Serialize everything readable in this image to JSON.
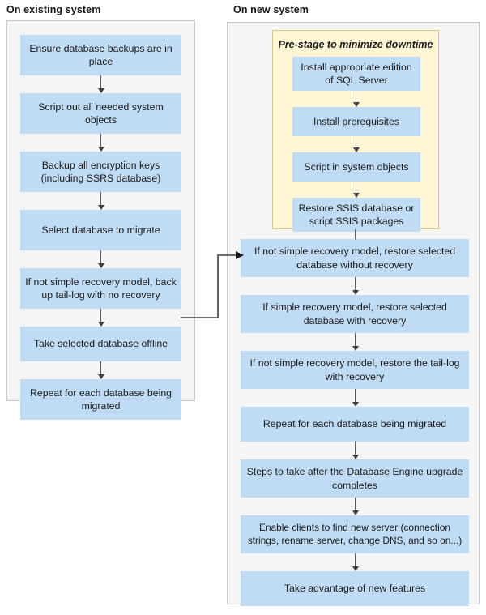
{
  "columns": {
    "left": {
      "title": "On existing system"
    },
    "right": {
      "title": "On new system"
    }
  },
  "prestage": {
    "title": "Pre-stage to minimize downtime"
  },
  "left_steps": [
    {
      "id": "ensure-backups",
      "label": "Ensure database backups are in place"
    },
    {
      "id": "script-system-objects",
      "label": "Script out all needed system objects"
    },
    {
      "id": "backup-encryption-keys",
      "label": "Backup all encryption keys (including SSRS database)"
    },
    {
      "id": "select-database",
      "label": "Select database to migrate"
    },
    {
      "id": "backup-tail-log",
      "label": "If not simple recovery model, back up tail-log with no recovery"
    },
    {
      "id": "take-offline",
      "label": "Take selected database offline"
    },
    {
      "id": "repeat-each-database",
      "label": "Repeat for each database being migrated"
    }
  ],
  "prestage_steps": [
    {
      "id": "install-sql-server",
      "label": "Install appropriate edition of SQL Server"
    },
    {
      "id": "install-prereqs",
      "label": "Install prerequisites"
    },
    {
      "id": "script-in-objects",
      "label": "Script in system objects"
    },
    {
      "id": "restore-ssis",
      "label": "Restore SSIS database or script SSIS packages"
    }
  ],
  "right_steps": [
    {
      "id": "restore-without-recovery",
      "label": "If not simple recovery model, restore selected database without recovery"
    },
    {
      "id": "restore-with-recovery",
      "label": "If simple recovery model, restore selected database with recovery"
    },
    {
      "id": "restore-tail-log",
      "label": "If not simple recovery model, restore the tail-log with recovery"
    },
    {
      "id": "repeat-each-database",
      "label": "Repeat for each database being migrated"
    },
    {
      "id": "post-upgrade-steps",
      "label": "Steps to take after the Database Engine upgrade completes"
    },
    {
      "id": "enable-clients",
      "label": "Enable clients to find new server (connection strings, rename server, change DNS, and so on...)"
    },
    {
      "id": "new-features",
      "label": "Take advantage of new features"
    }
  ],
  "colors": {
    "node_fill": "#bfdcf4",
    "panel_fill": "#f5f5f5",
    "panel_border": "#c9c9c9",
    "prestage_fill": "#fdf5d4",
    "prestage_border": "#d9c98a",
    "arrow": "#595959",
    "text": "#1a1a1a"
  }
}
